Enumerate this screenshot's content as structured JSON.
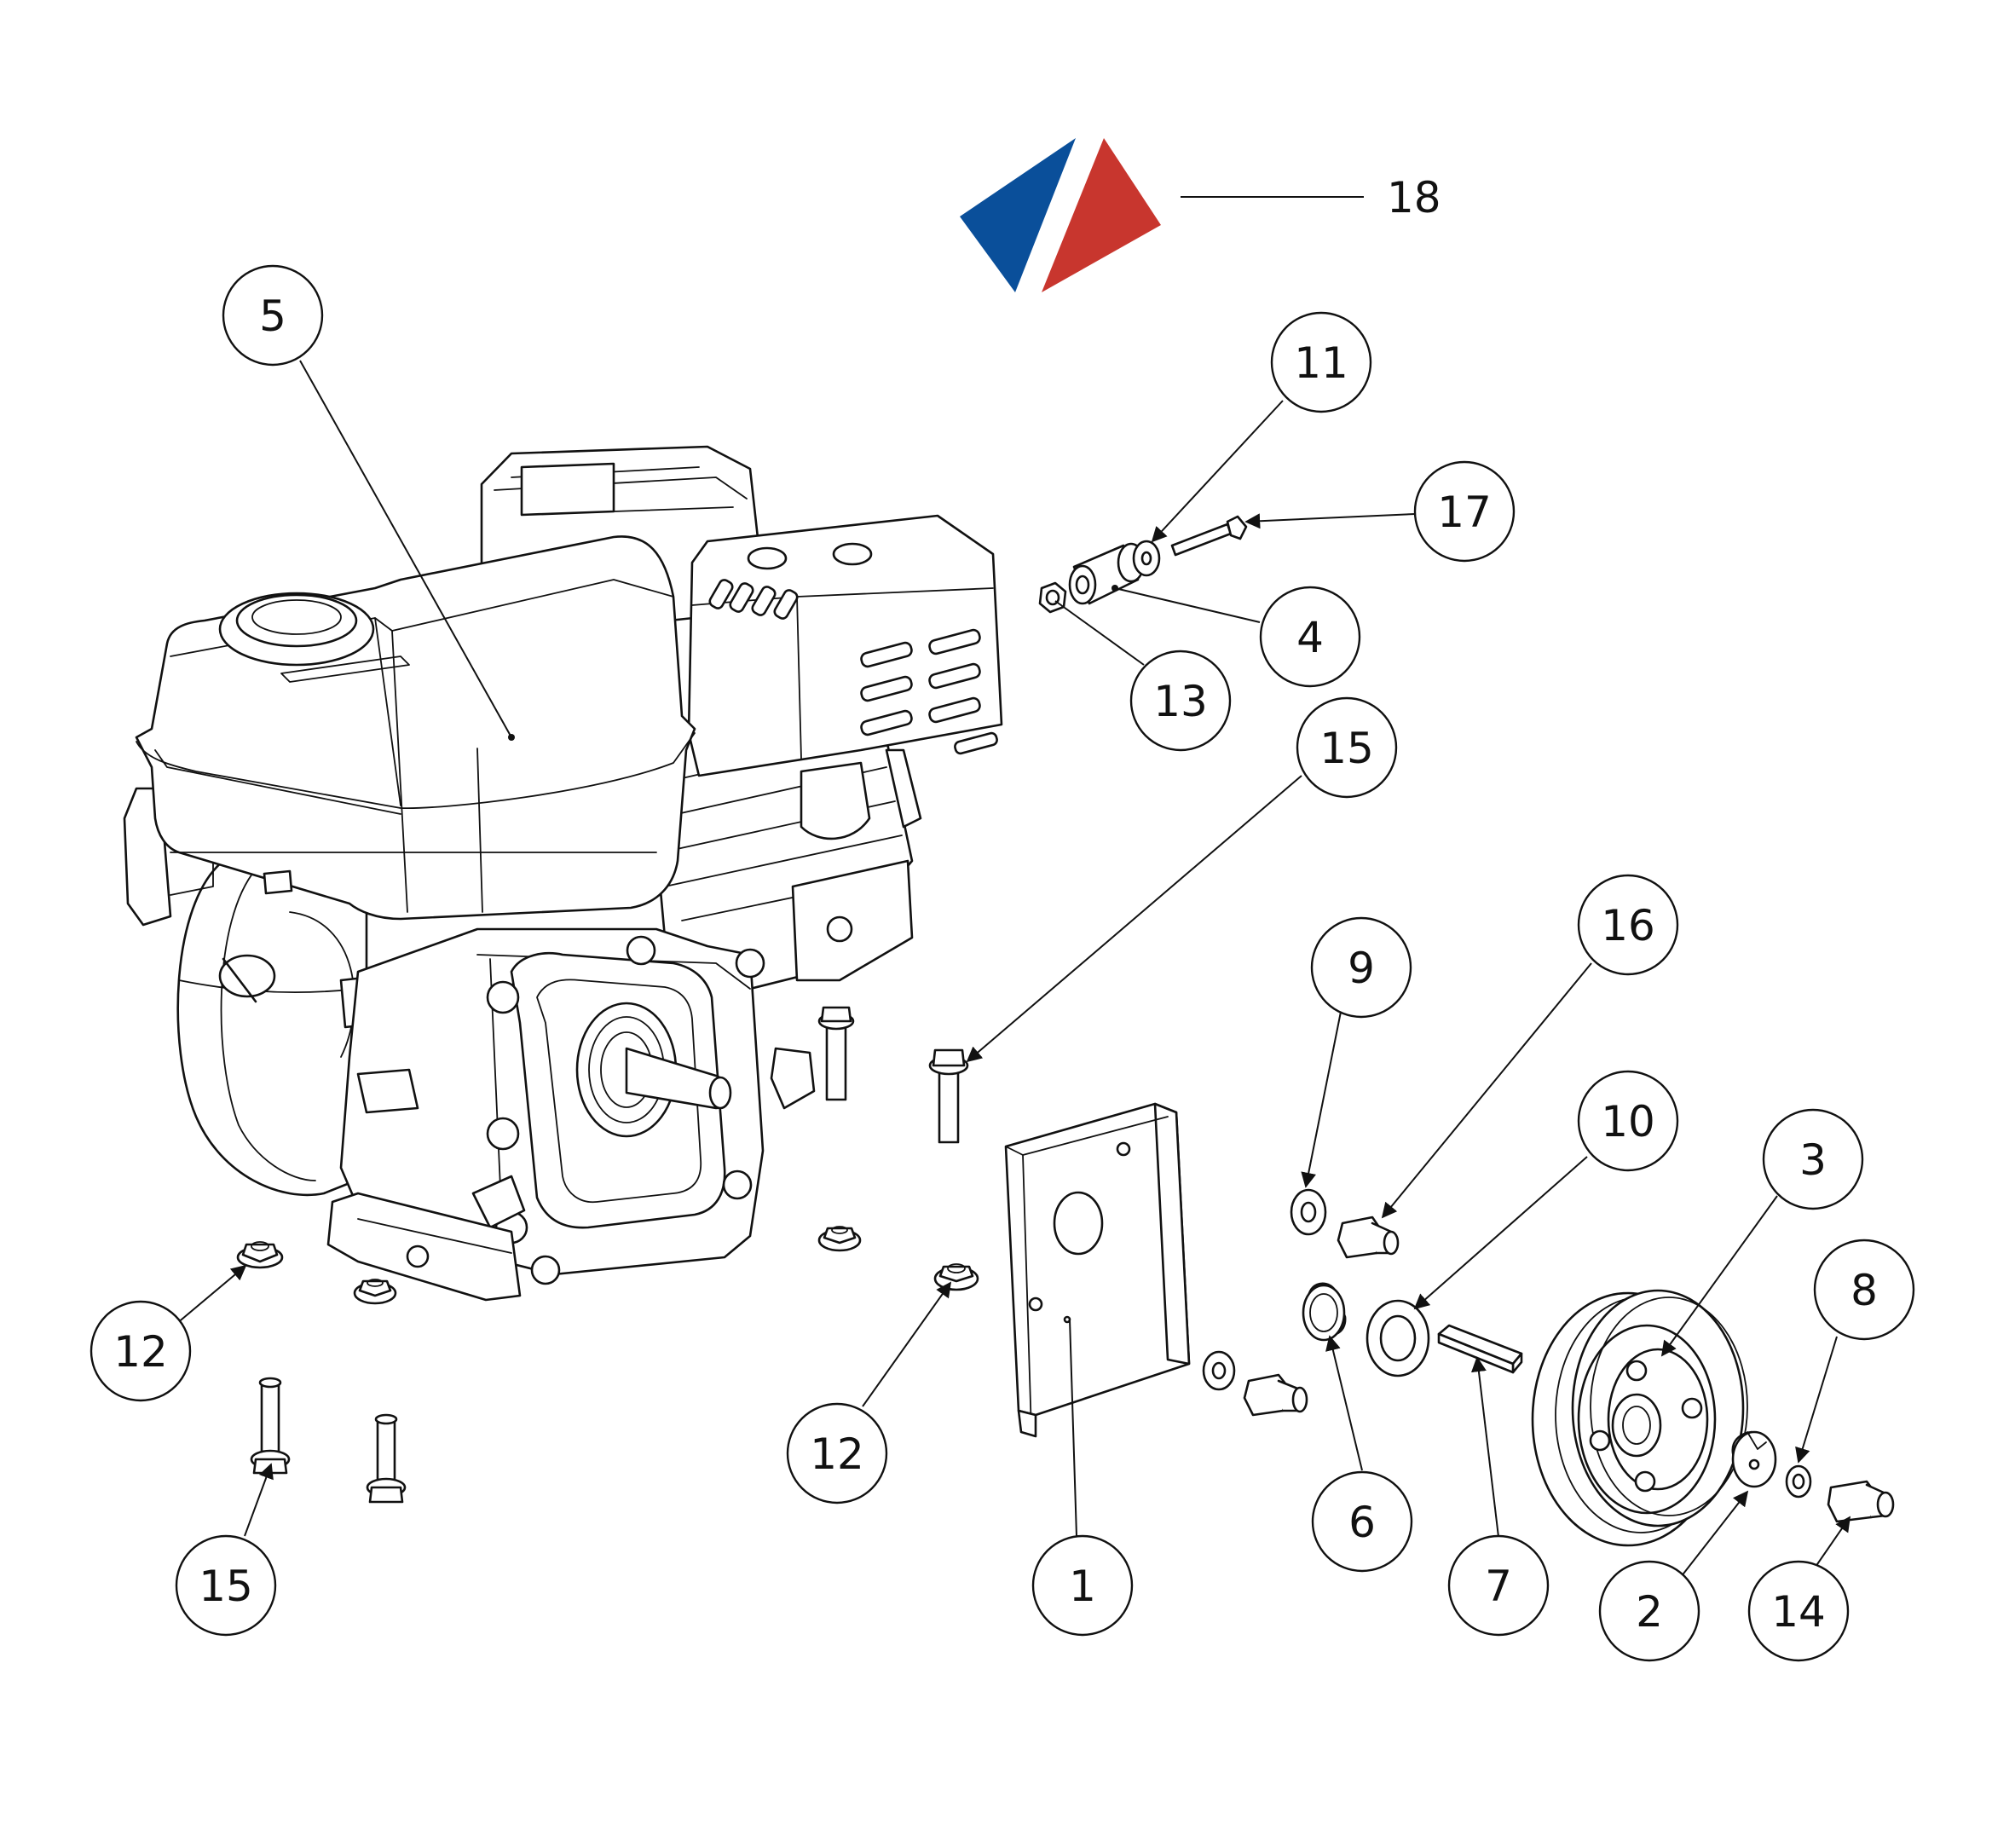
{
  "logo": {
    "left_color": "#0a4f9a",
    "right_color": "#c8362e"
  },
  "callouts": [
    {
      "label": "1"
    },
    {
      "label": "2"
    },
    {
      "label": "3"
    },
    {
      "label": "4"
    },
    {
      "label": "5"
    },
    {
      "label": "6"
    },
    {
      "label": "7"
    },
    {
      "label": "8"
    },
    {
      "label": "9"
    },
    {
      "label": "10"
    },
    {
      "label": "11"
    },
    {
      "label": "12"
    },
    {
      "label": "12"
    },
    {
      "label": "13"
    },
    {
      "label": "14"
    },
    {
      "label": "15"
    },
    {
      "label": "15"
    },
    {
      "label": "16"
    },
    {
      "label": "17"
    },
    {
      "label": "18"
    }
  ]
}
